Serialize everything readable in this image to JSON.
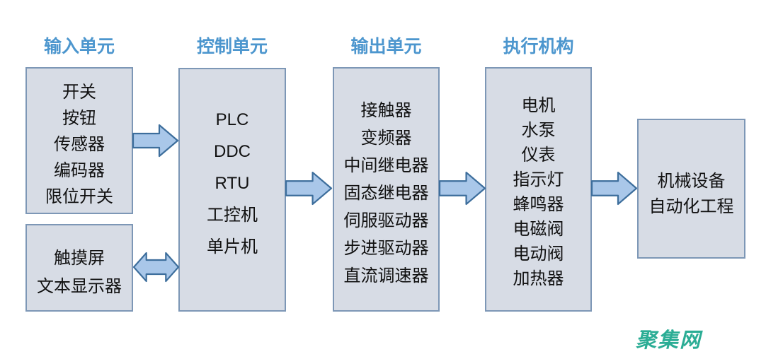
{
  "columns": {
    "input": {
      "header": "输入单元",
      "items": [
        "开关",
        "按钮",
        "传感器",
        "编码器",
        "限位开关"
      ]
    },
    "hmi": {
      "items": [
        "触摸屏",
        "文本显示器"
      ]
    },
    "control": {
      "header": "控制单元",
      "items": [
        "PLC",
        "DDC",
        "RTU",
        "工控机",
        "单片机"
      ]
    },
    "output": {
      "header": "输出单元",
      "items": [
        "接触器",
        "变频器",
        "中间继电器",
        "固态继电器",
        "伺服驱动器",
        "步进驱动器",
        "直流调速器"
      ]
    },
    "actuator": {
      "header": "执行机构",
      "items": [
        "电机",
        "水泵",
        "仪表",
        "指示灯",
        "蜂鸣器",
        "电磁阀",
        "电动阀",
        "加热器"
      ]
    },
    "target": {
      "items": [
        "机械设备",
        "自动化工程"
      ]
    }
  },
  "arrows": [
    {
      "from": "input-unit",
      "to": "control-unit",
      "type": "right"
    },
    {
      "from": "hmi",
      "to": "control-unit",
      "type": "double"
    },
    {
      "from": "control-unit",
      "to": "output-unit",
      "type": "right"
    },
    {
      "from": "output-unit",
      "to": "actuator-unit",
      "type": "right"
    },
    {
      "from": "actuator-unit",
      "to": "target",
      "type": "right"
    }
  ],
  "watermark": {
    "text": "聚集网"
  },
  "colors": {
    "header_text": "#4C96CE",
    "box_fill": "#D7DCE5",
    "box_border": "#7D97B6",
    "arrow_fill": "#A9C7E9",
    "arrow_border": "#3D6E9C",
    "item_text": "#111111",
    "watermark": "#2BAD95",
    "background": "#FFFFFF"
  }
}
